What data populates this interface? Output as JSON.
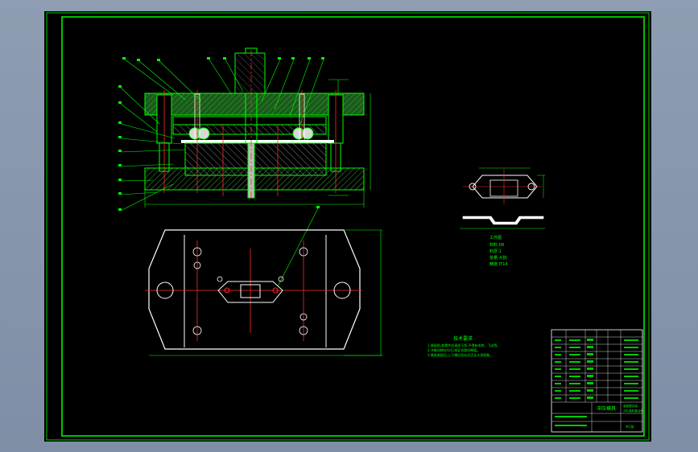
{
  "drawing": {
    "title_block": {
      "part_name": "冲压模具",
      "title_lines": [
        "装配图总装",
        "冲孔落料复合模"
      ],
      "sheet_label": "共1张"
    },
    "tech_requirements": {
      "heading": "技术要求",
      "lines": [
        "1.装配前,各零件应清洗干净,不得有毛刺、飞边等。",
        "2.冲裁间隙应均匀,保证合理间隙值。",
        "3.模具装配后,上下模应导向灵活无卡滞现象。"
      ]
    },
    "part_table": {
      "heading": "工件图",
      "lines": [
        "材料:08",
        "料厚:1",
        "批量:大批",
        "精度:IT14"
      ]
    },
    "colors": {
      "outline": "#00ff00",
      "centerline": "#ff2a2a",
      "hatch": "#2e9e2e",
      "white_line": "#ffffff",
      "dimension": "#ff00ff",
      "text": "#00ff00"
    }
  }
}
